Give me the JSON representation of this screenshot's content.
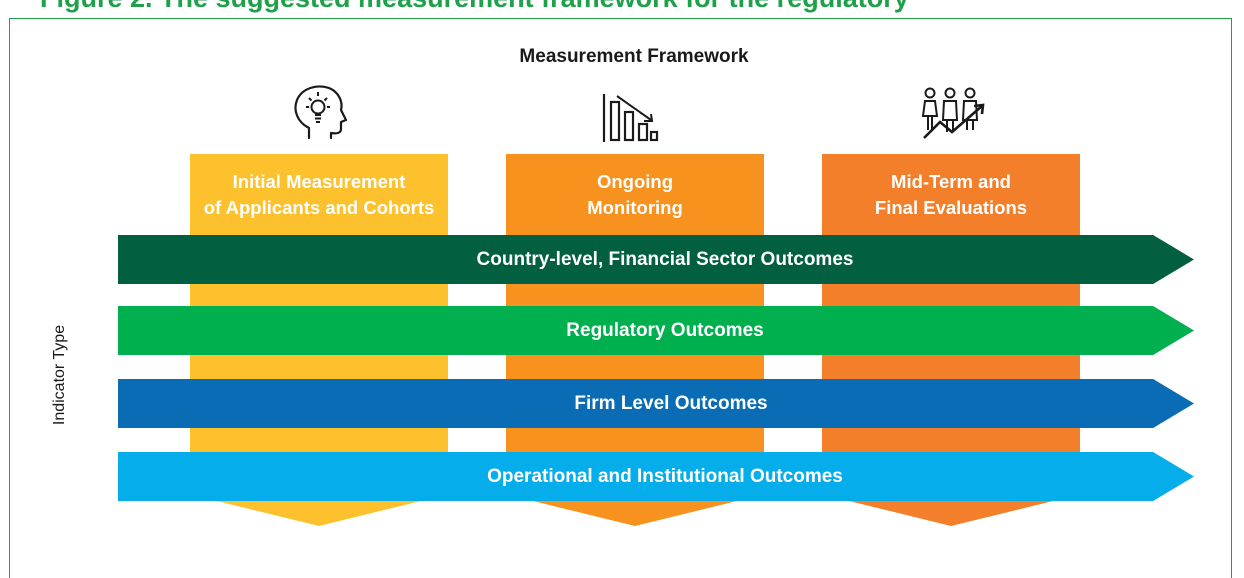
{
  "header_text": "Figure 2. The suggested measurement framework for the regulatory",
  "title": "Measurement Framework",
  "y_axis_label": "Indicator Type",
  "stages": [
    {
      "label": "Initial Measurement\nof Applicants and Cohorts",
      "icon": "head-lightbulb-icon",
      "color": "#fcc12d"
    },
    {
      "label": "Ongoing\nMonitoring",
      "icon": "bar-chart-icon",
      "color": "#f7921e"
    },
    {
      "label": "Mid-Term and\nFinal Evaluations",
      "icon": "people-growth-icon",
      "color": "#f37f2a"
    }
  ],
  "bands": [
    {
      "label": "Country-level, Financial Sector Outcomes",
      "color": "#025f3f"
    },
    {
      "label": "Regulatory Outcomes",
      "color": "#00b04f"
    },
    {
      "label": "Firm Level Outcomes",
      "color": "#0a6cb5"
    },
    {
      "label": "Operational and Institutional Outcomes",
      "color": "#05aeea"
    }
  ],
  "frame_color": "#1fa04a"
}
